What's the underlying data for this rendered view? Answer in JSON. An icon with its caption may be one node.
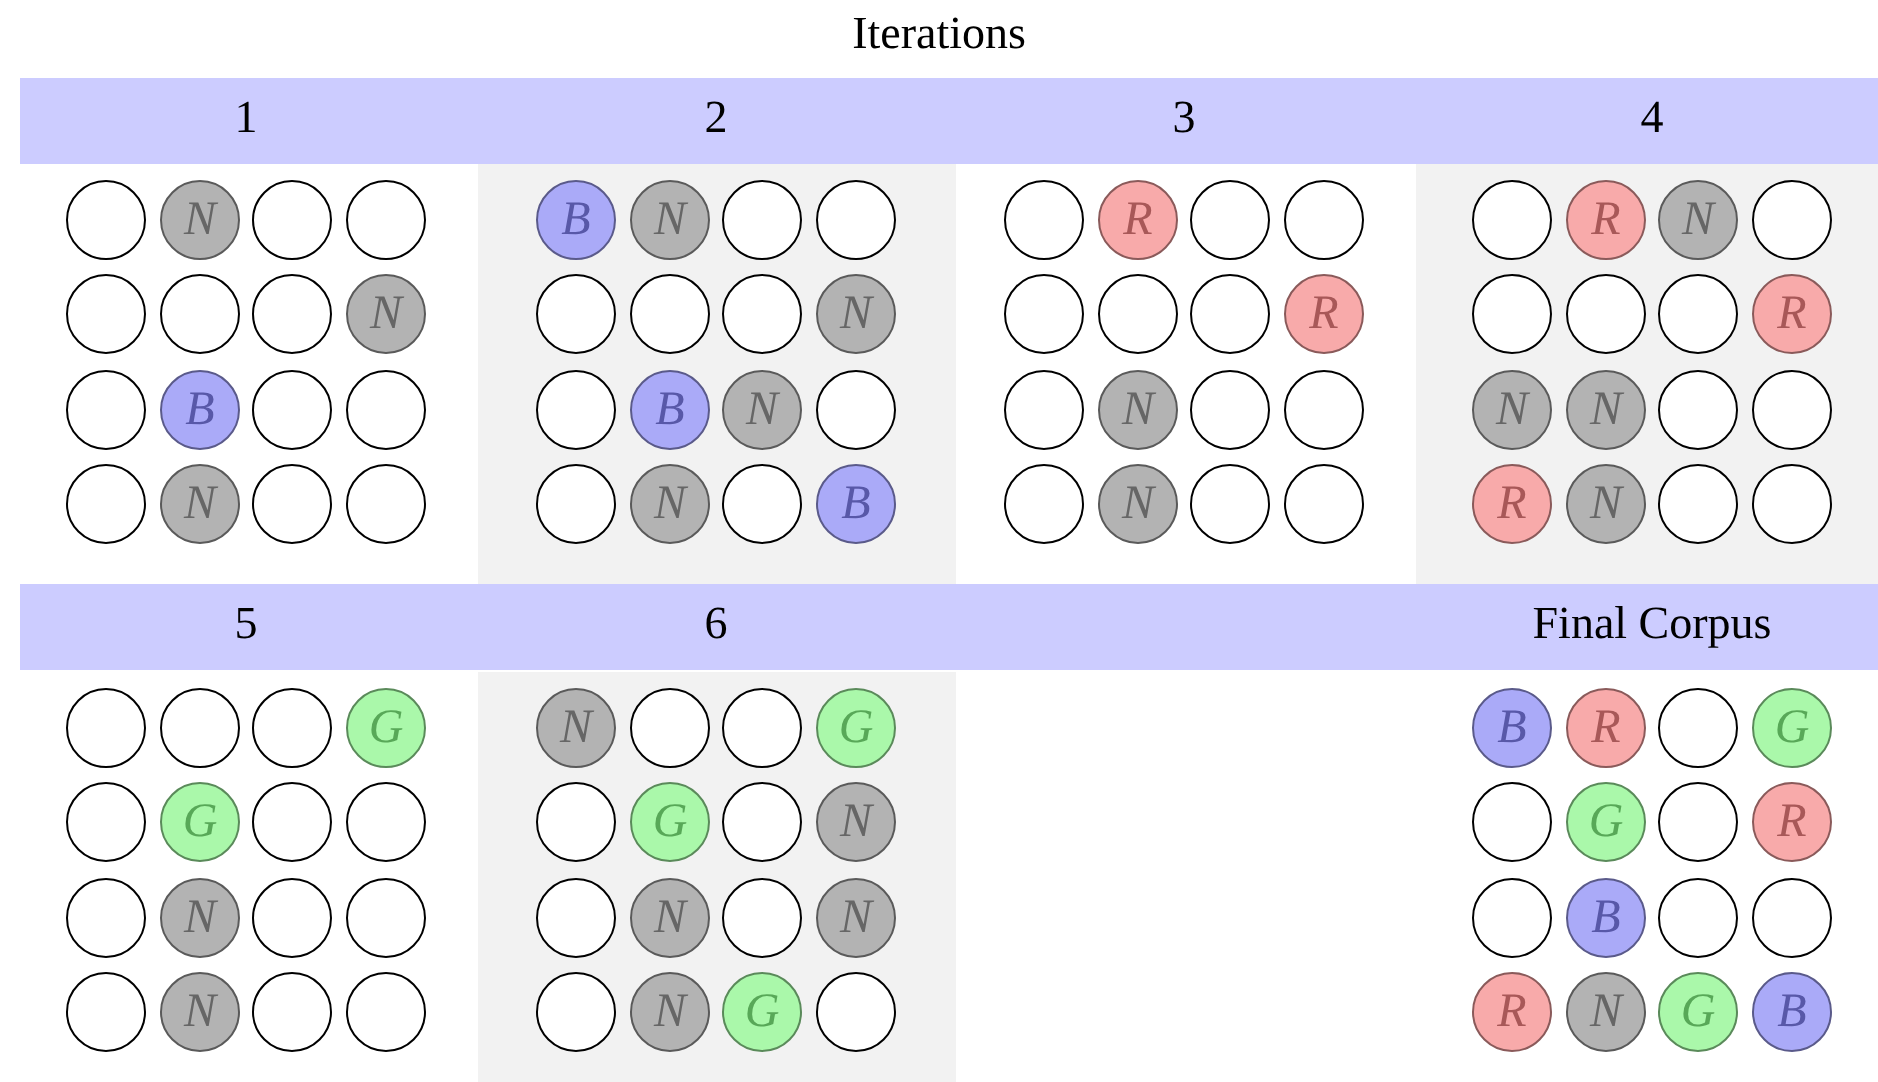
{
  "diagram": {
    "title": "Iterations",
    "nodes": [
      {
        "text": [
          "1",
          "2",
          "3",
          "4"
        ]
      },
      {
        "text": [
          "5",
          "6",
          "Final Corpus"
        ]
      },
      {
        "text": [],
        "shape": "circle"
      },
      {
        "text": [
          "N"
        ]
      },
      {
        "text": [],
        "shape": "circle"
      },
      {
        "text": [],
        "shape": "circle"
      },
      {
        "text": [],
        "shape": "circle"
      },
      {
        "text": [],
        "shape": "circle"
      },
      {
        "text": [],
        "shape": "circle"
      },
      {
        "text": [
          "N"
        ]
      },
      {
        "text": [],
        "shape": "circle"
      },
      {
        "text": [
          "B"
        ]
      },
      {
        "text": [],
        "shape": "circle"
      },
      {
        "text": [],
        "shape": "circle"
      },
      {
        "text": [],
        "shape": "circle"
      },
      {
        "text": [
          "N"
        ]
      },
      {
        "text": [],
        "shape": "circle"
      },
      {
        "text": [],
        "shape": "circle"
      },
      {
        "text": [
          "B"
        ]
      },
      {
        "text": [
          "N"
        ]
      },
      {
        "text": [],
        "shape": "circle"
      },
      {
        "text": [],
        "shape": "circle"
      },
      {
        "text": [],
        "shape": "circle"
      },
      {
        "text": [],
        "shape": "circle"
      },
      {
        "text": [],
        "shape": "circle"
      },
      {
        "text": [
          "N"
        ]
      },
      {
        "text": [],
        "shape": "circle"
      },
      {
        "text": [
          "B"
        ]
      },
      {
        "text": [
          "N"
        ]
      },
      {
        "text": [],
        "shape": "circle"
      },
      {
        "text": [],
        "shape": "circle"
      },
      {
        "text": [
          "N"
        ]
      },
      {
        "text": [],
        "shape": "circle"
      },
      {
        "text": [
          "B"
        ]
      },
      {
        "text": [],
        "shape": "circle"
      },
      {
        "text": [
          "R"
        ]
      },
      {
        "text": [],
        "shape": "circle"
      },
      {
        "text": [],
        "shape": "circle"
      },
      {
        "text": [],
        "shape": "circle"
      },
      {
        "text": [],
        "shape": "circle"
      },
      {
        "text": [],
        "shape": "circle"
      },
      {
        "text": [
          "R"
        ]
      },
      {
        "text": [],
        "shape": "circle"
      },
      {
        "text": [
          "N"
        ]
      },
      {
        "text": [],
        "shape": "circle"
      },
      {
        "text": [],
        "shape": "circle"
      },
      {
        "text": [],
        "shape": "circle"
      },
      {
        "text": [
          "N"
        ]
      },
      {
        "text": [],
        "shape": "circle"
      },
      {
        "text": [],
        "shape": "circle"
      },
      {
        "text": [],
        "shape": "circle"
      },
      {
        "text": [
          "R"
        ]
      },
      {
        "text": [
          "N"
        ]
      },
      {
        "text": [],
        "shape": "circle"
      },
      {
        "text": [],
        "shape": "circle"
      },
      {
        "text": [],
        "shape": "circle"
      },
      {
        "text": [],
        "shape": "circle"
      },
      {
        "text": [
          "R"
        ]
      },
      {
        "text": [
          "N"
        ]
      },
      {
        "text": [
          "N"
        ]
      },
      {
        "text": [],
        "shape": "circle"
      },
      {
        "text": [],
        "shape": "circle"
      },
      {
        "text": [
          "R"
        ]
      },
      {
        "text": [
          "N"
        ]
      },
      {
        "text": [],
        "shape": "circle"
      },
      {
        "text": [],
        "shape": "circle"
      },
      {
        "text": [],
        "shape": "circle"
      },
      {
        "text": [],
        "shape": "circle"
      },
      {
        "text": [],
        "shape": "circle"
      },
      {
        "text": [
          "G"
        ]
      },
      {
        "text": [],
        "shape": "circle"
      },
      {
        "text": [
          "G"
        ]
      },
      {
        "text": [],
        "shape": "circle"
      },
      {
        "text": [],
        "shape": "circle"
      },
      {
        "text": [],
        "shape": "circle"
      },
      {
        "text": [
          "N"
        ]
      },
      {
        "text": [],
        "shape": "circle"
      },
      {
        "text": [],
        "shape": "circle"
      },
      {
        "text": [],
        "shape": "circle"
      },
      {
        "text": [
          "N"
        ]
      },
      {
        "text": [],
        "shape": "circle"
      },
      {
        "text": [],
        "shape": "circle"
      },
      {
        "text": [
          "N"
        ]
      },
      {
        "text": [],
        "shape": "circle"
      },
      {
        "text": [],
        "shape": "circle"
      },
      {
        "text": [
          "G"
        ]
      },
      {
        "text": [],
        "shape": "circle"
      },
      {
        "text": [
          "G"
        ]
      },
      {
        "text": [],
        "shape": "circle"
      },
      {
        "text": [
          "N"
        ]
      },
      {
        "text": [],
        "shape": "circle"
      },
      {
        "text": [
          "N"
        ]
      },
      {
        "text": [],
        "shape": "circle"
      },
      {
        "text": [
          "N"
        ]
      },
      {
        "text": [],
        "shape": "circle"
      },
      {
        "text": [
          "N"
        ]
      },
      {
        "text": [
          "G"
        ]
      },
      {
        "text": [],
        "shape": "circle"
      },
      {
        "text": [
          "B"
        ]
      },
      {
        "text": [
          "R"
        ]
      },
      {
        "text": [],
        "shape": "circle"
      },
      {
        "text": [
          "G"
        ]
      },
      {
        "text": [],
        "shape": "circle"
      },
      {
        "text": [
          "G"
        ]
      },
      {
        "text": [],
        "shape": "circle"
      },
      {
        "text": [
          "R"
        ]
      },
      {
        "text": [],
        "shape": "circle"
      },
      {
        "text": [
          "B"
        ]
      },
      {
        "text": [],
        "shape": "circle"
      },
      {
        "text": [],
        "shape": "circle"
      },
      {
        "text": [
          "R"
        ]
      },
      {
        "text": [
          "N"
        ]
      },
      {
        "text": [
          "G"
        ]
      },
      {
        "text": [
          "B"
        ]
      }
    ]
  }
}
